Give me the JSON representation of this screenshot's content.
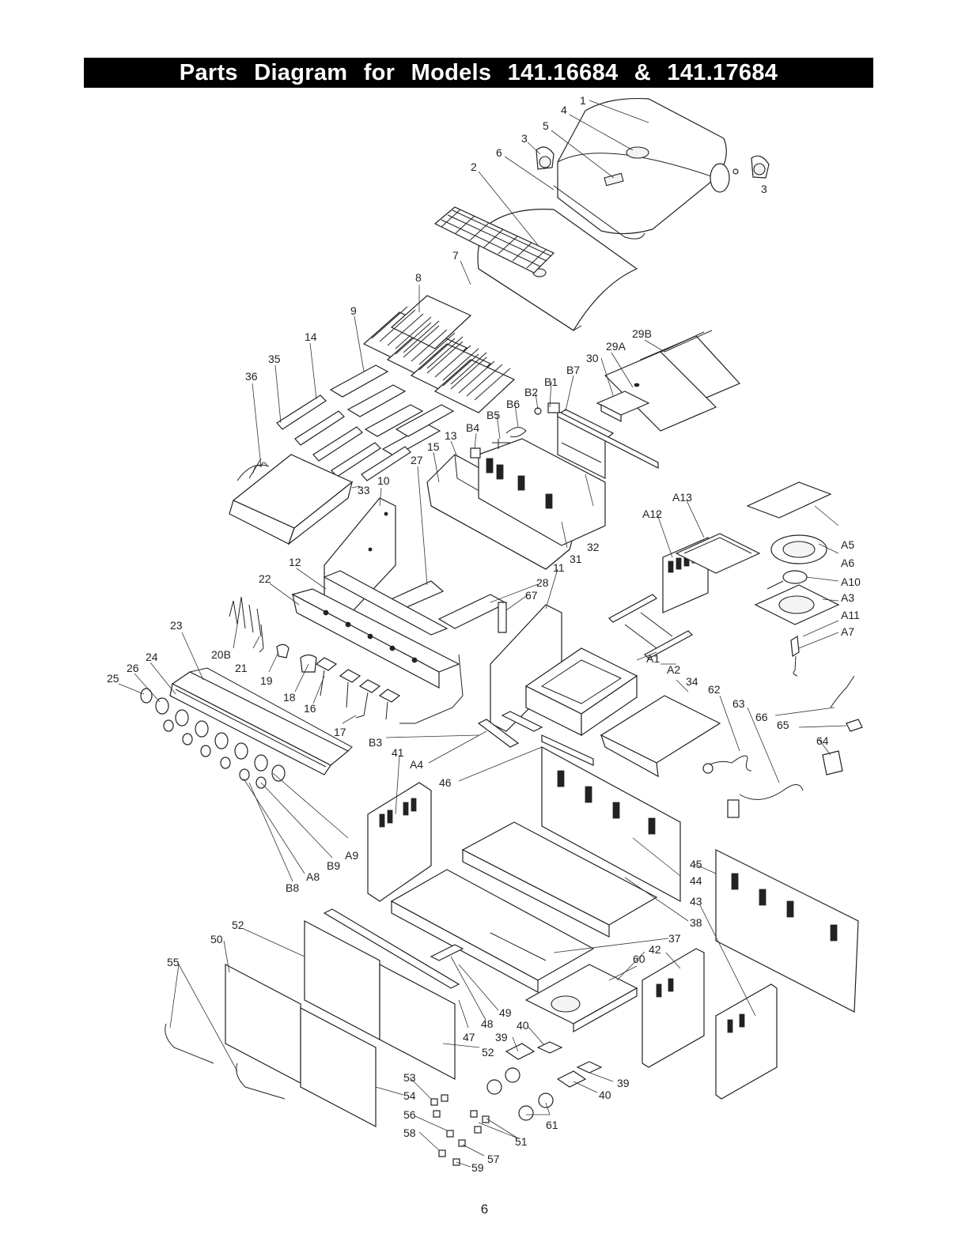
{
  "title": "Parts Diagram for Models 141.16684 & 141.17684",
  "page_number": "6",
  "callouts": [
    "1",
    "2",
    "3",
    "3",
    "4",
    "5",
    "6",
    "7",
    "8",
    "9",
    "10",
    "11",
    "12",
    "13",
    "14",
    "15",
    "16",
    "17",
    "18",
    "19",
    "20B",
    "21",
    "22",
    "23",
    "24",
    "25",
    "26",
    "27",
    "28",
    "29A",
    "29B",
    "30",
    "31",
    "32",
    "33",
    "34",
    "35",
    "36",
    "37",
    "38",
    "39",
    "39",
    "40",
    "40",
    "41",
    "42",
    "43",
    "44",
    "45",
    "46",
    "47",
    "48",
    "49",
    "50",
    "51",
    "52",
    "52",
    "53",
    "54",
    "55",
    "56",
    "57",
    "58",
    "59",
    "60",
    "61",
    "62",
    "63",
    "64",
    "65",
    "66",
    "67",
    "A1",
    "A2",
    "A3",
    "A4",
    "A5",
    "A6",
    "A7",
    "A8",
    "A9",
    "A10",
    "A11",
    "A12",
    "A13",
    "B1",
    "B2",
    "B3",
    "B4",
    "B5",
    "B6",
    "B7",
    "B8",
    "B9"
  ]
}
